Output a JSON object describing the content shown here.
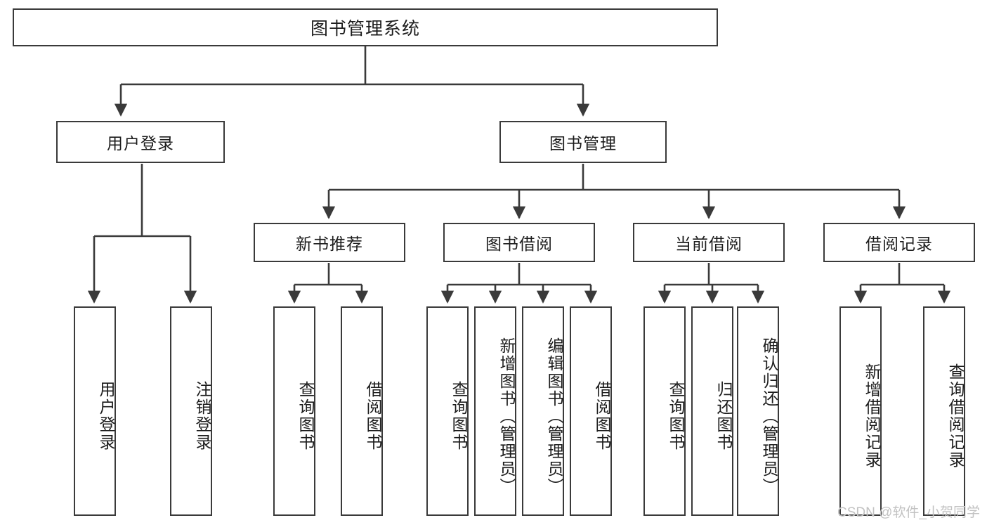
{
  "diagram": {
    "title": "图书管理系统",
    "type": "hierarchy-tree",
    "watermark": "CSDN @软件_小贺同学",
    "colors": {
      "stroke": "#3a3a3a",
      "box_fill": "#ffffff",
      "text": "#1c1c1c",
      "watermark": "#c2c2c2",
      "background": "#ffffff"
    },
    "root": {
      "label": "图书管理系统"
    },
    "level2": [
      {
        "id": "user-login",
        "label": "用户登录"
      },
      {
        "id": "book-manage",
        "label": "图书管理"
      }
    ],
    "level3": [
      {
        "id": "new-book-recommend",
        "label": "新书推荐"
      },
      {
        "id": "book-borrow",
        "label": "图书借阅"
      },
      {
        "id": "current-borrow",
        "label": "当前借阅"
      },
      {
        "id": "borrow-record",
        "label": "借阅记录"
      }
    ],
    "leaves": {
      "user_login": [
        {
          "id": "leaf-user-login",
          "label": "用户登录"
        },
        {
          "id": "leaf-logout-login",
          "label": "注销登录"
        }
      ],
      "new_book_recommend": [
        {
          "id": "leaf-query-book-1",
          "label": "查询图书"
        },
        {
          "id": "leaf-borrow-book-1",
          "label": "借阅图书"
        }
      ],
      "book_borrow": [
        {
          "id": "leaf-query-book-2",
          "label": "查询图书"
        },
        {
          "id": "leaf-add-book",
          "label": "新增图书（管理员）"
        },
        {
          "id": "leaf-edit-book",
          "label": "编辑图书（管理员）"
        },
        {
          "id": "leaf-borrow-book-2",
          "label": "借阅图书"
        }
      ],
      "current_borrow": [
        {
          "id": "leaf-query-book-3",
          "label": "查询图书"
        },
        {
          "id": "leaf-return-book",
          "label": "归还图书"
        },
        {
          "id": "leaf-confirm-return",
          "label": "确认归还（管理员）"
        }
      ],
      "borrow_record": [
        {
          "id": "leaf-add-record",
          "label": "新增借阅记录"
        },
        {
          "id": "leaf-query-record",
          "label": "查询借阅记录"
        }
      ]
    }
  }
}
